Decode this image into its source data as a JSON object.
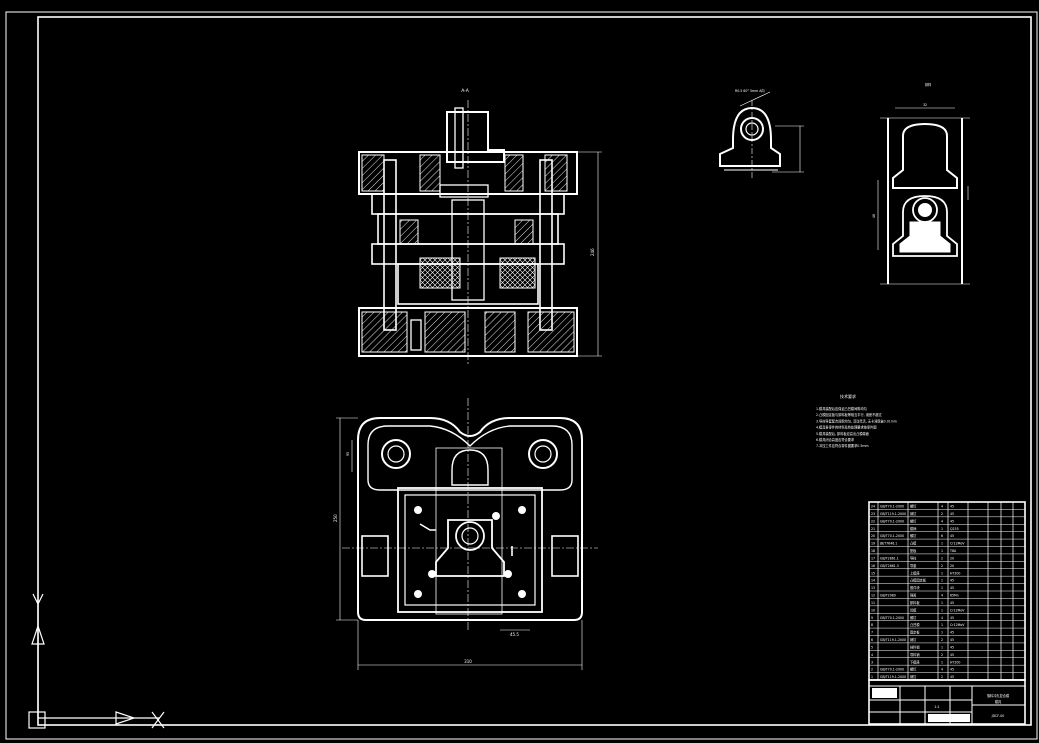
{
  "drawing": {
    "section_label": "A-A",
    "part_label": "R0.5 60° 5mm A向",
    "strip_label": "排样",
    "tech_requirements_title": "技术要求",
    "tech_requirements": [
      "1.模具装配后应保证凸凹模间隙均匀",
      "2.凸模固定板与卸料板等相互平行, 误差不超过",
      "3.导柱导套配合间隙均匀, 活动灵活, 无卡滞现象0.01mm",
      "4.模具各零件的材料及热处理要求按零件图",
      "5.模具装配后, 卸料板应高出凸模端面",
      "6.模具闭合高度应符合要求",
      "7.冲压工件应符合零件图要求0.5mm"
    ],
    "dims": {
      "die_width": "310",
      "die_height": "246",
      "plan_width": "310",
      "plan_depth": "250",
      "plan_side": "95",
      "plan_note": "45.5",
      "strip_pitch": "48",
      "strip_width": "32"
    },
    "title_block": {
      "drawing_no": "JDCF-00",
      "name": "落料冲孔复合模",
      "scale": "1:1",
      "material": "模具"
    },
    "parts_list": [
      {
        "no": "24",
        "code": "GB/T70.1-2000",
        "name": "螺钉",
        "qty": "4",
        "mat": "45"
      },
      {
        "no": "23",
        "code": "GB/T119.1-2000",
        "name": "销钉",
        "qty": "2",
        "mat": "45"
      },
      {
        "no": "22",
        "code": "GB/T70.1-2000",
        "name": "螺钉",
        "qty": "4",
        "mat": "45"
      },
      {
        "no": "21",
        "code": "",
        "name": "模柄",
        "qty": "1",
        "mat": "Q235"
      },
      {
        "no": "20",
        "code": "GB/T70.1-2000",
        "name": "螺钉",
        "qty": "6",
        "mat": "45"
      },
      {
        "no": "19",
        "code": "JB/T7646.1",
        "name": "凸模",
        "qty": "1",
        "mat": "Cr12MoV"
      },
      {
        "no": "18",
        "code": "",
        "name": "垫板",
        "qty": "1",
        "mat": "T8A"
      },
      {
        "no": "17",
        "code": "GB/T2861.1",
        "name": "导柱",
        "qty": "2",
        "mat": "20"
      },
      {
        "no": "16",
        "code": "GB/T2861.3",
        "name": "导套",
        "qty": "2",
        "mat": "20"
      },
      {
        "no": "15",
        "code": "",
        "name": "上模座",
        "qty": "1",
        "mat": "HT200"
      },
      {
        "no": "14",
        "code": "",
        "name": "凸模固定板",
        "qty": "1",
        "mat": "45"
      },
      {
        "no": "13",
        "code": "",
        "name": "推件块",
        "qty": "1",
        "mat": "45"
      },
      {
        "no": "12",
        "code": "GB/T2089",
        "name": "弹簧",
        "qty": "4",
        "mat": "65Mn"
      },
      {
        "no": "11",
        "code": "",
        "name": "卸料板",
        "qty": "1",
        "mat": "45"
      },
      {
        "no": "10",
        "code": "",
        "name": "凹模",
        "qty": "1",
        "mat": "Cr12MoV"
      },
      {
        "no": "9",
        "code": "GB/T70.1-2000",
        "name": "螺钉",
        "qty": "4",
        "mat": "45"
      },
      {
        "no": "8",
        "code": "",
        "name": "凸凹模",
        "qty": "1",
        "mat": "Cr12MoV"
      },
      {
        "no": "7",
        "code": "",
        "name": "固定板",
        "qty": "1",
        "mat": "45"
      },
      {
        "no": "6",
        "code": "GB/T119.1-2000",
        "name": "销钉",
        "qty": "2",
        "mat": "45"
      },
      {
        "no": "5",
        "code": "",
        "name": "挡料销",
        "qty": "1",
        "mat": "45"
      },
      {
        "no": "4",
        "code": "",
        "name": "导料销",
        "qty": "2",
        "mat": "45"
      },
      {
        "no": "3",
        "code": "",
        "name": "下模座",
        "qty": "1",
        "mat": "HT200"
      },
      {
        "no": "2",
        "code": "GB/T70.1-2000",
        "name": "螺钉",
        "qty": "4",
        "mat": "45"
      },
      {
        "no": "1",
        "code": "GB/T119.1-2000",
        "name": "销钉",
        "qty": "2",
        "mat": "45"
      }
    ]
  }
}
